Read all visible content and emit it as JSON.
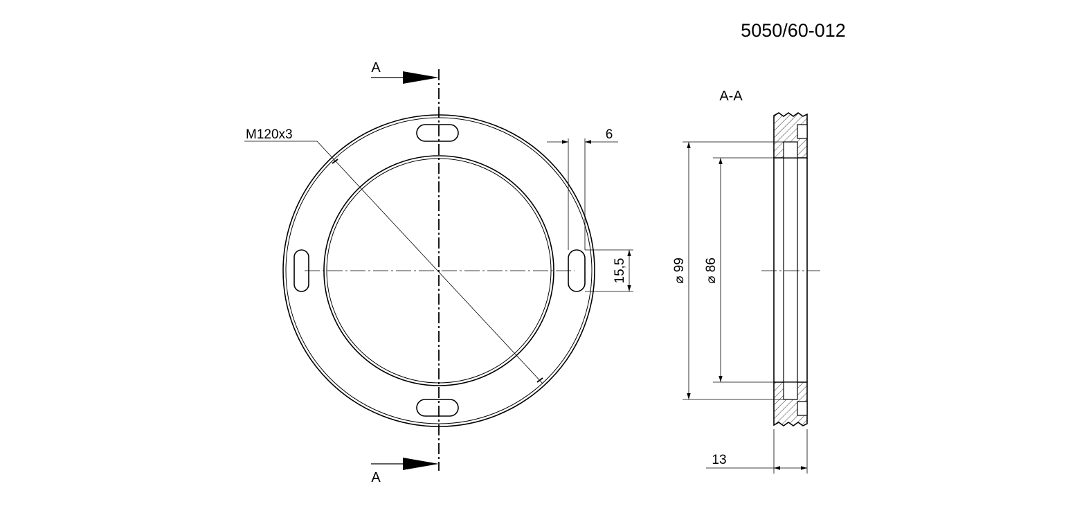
{
  "part_number": "5050/60-012",
  "section_mark": "A",
  "section_view_label": "A-A",
  "dims": {
    "thread": "M120x3",
    "slot_width": "6",
    "slot_length": "15,5",
    "outer_diameter": "⌀ 99",
    "inner_diameter": "⌀ 86",
    "thickness": "13"
  },
  "colors": {
    "line": "#000000",
    "background": "#ffffff"
  }
}
